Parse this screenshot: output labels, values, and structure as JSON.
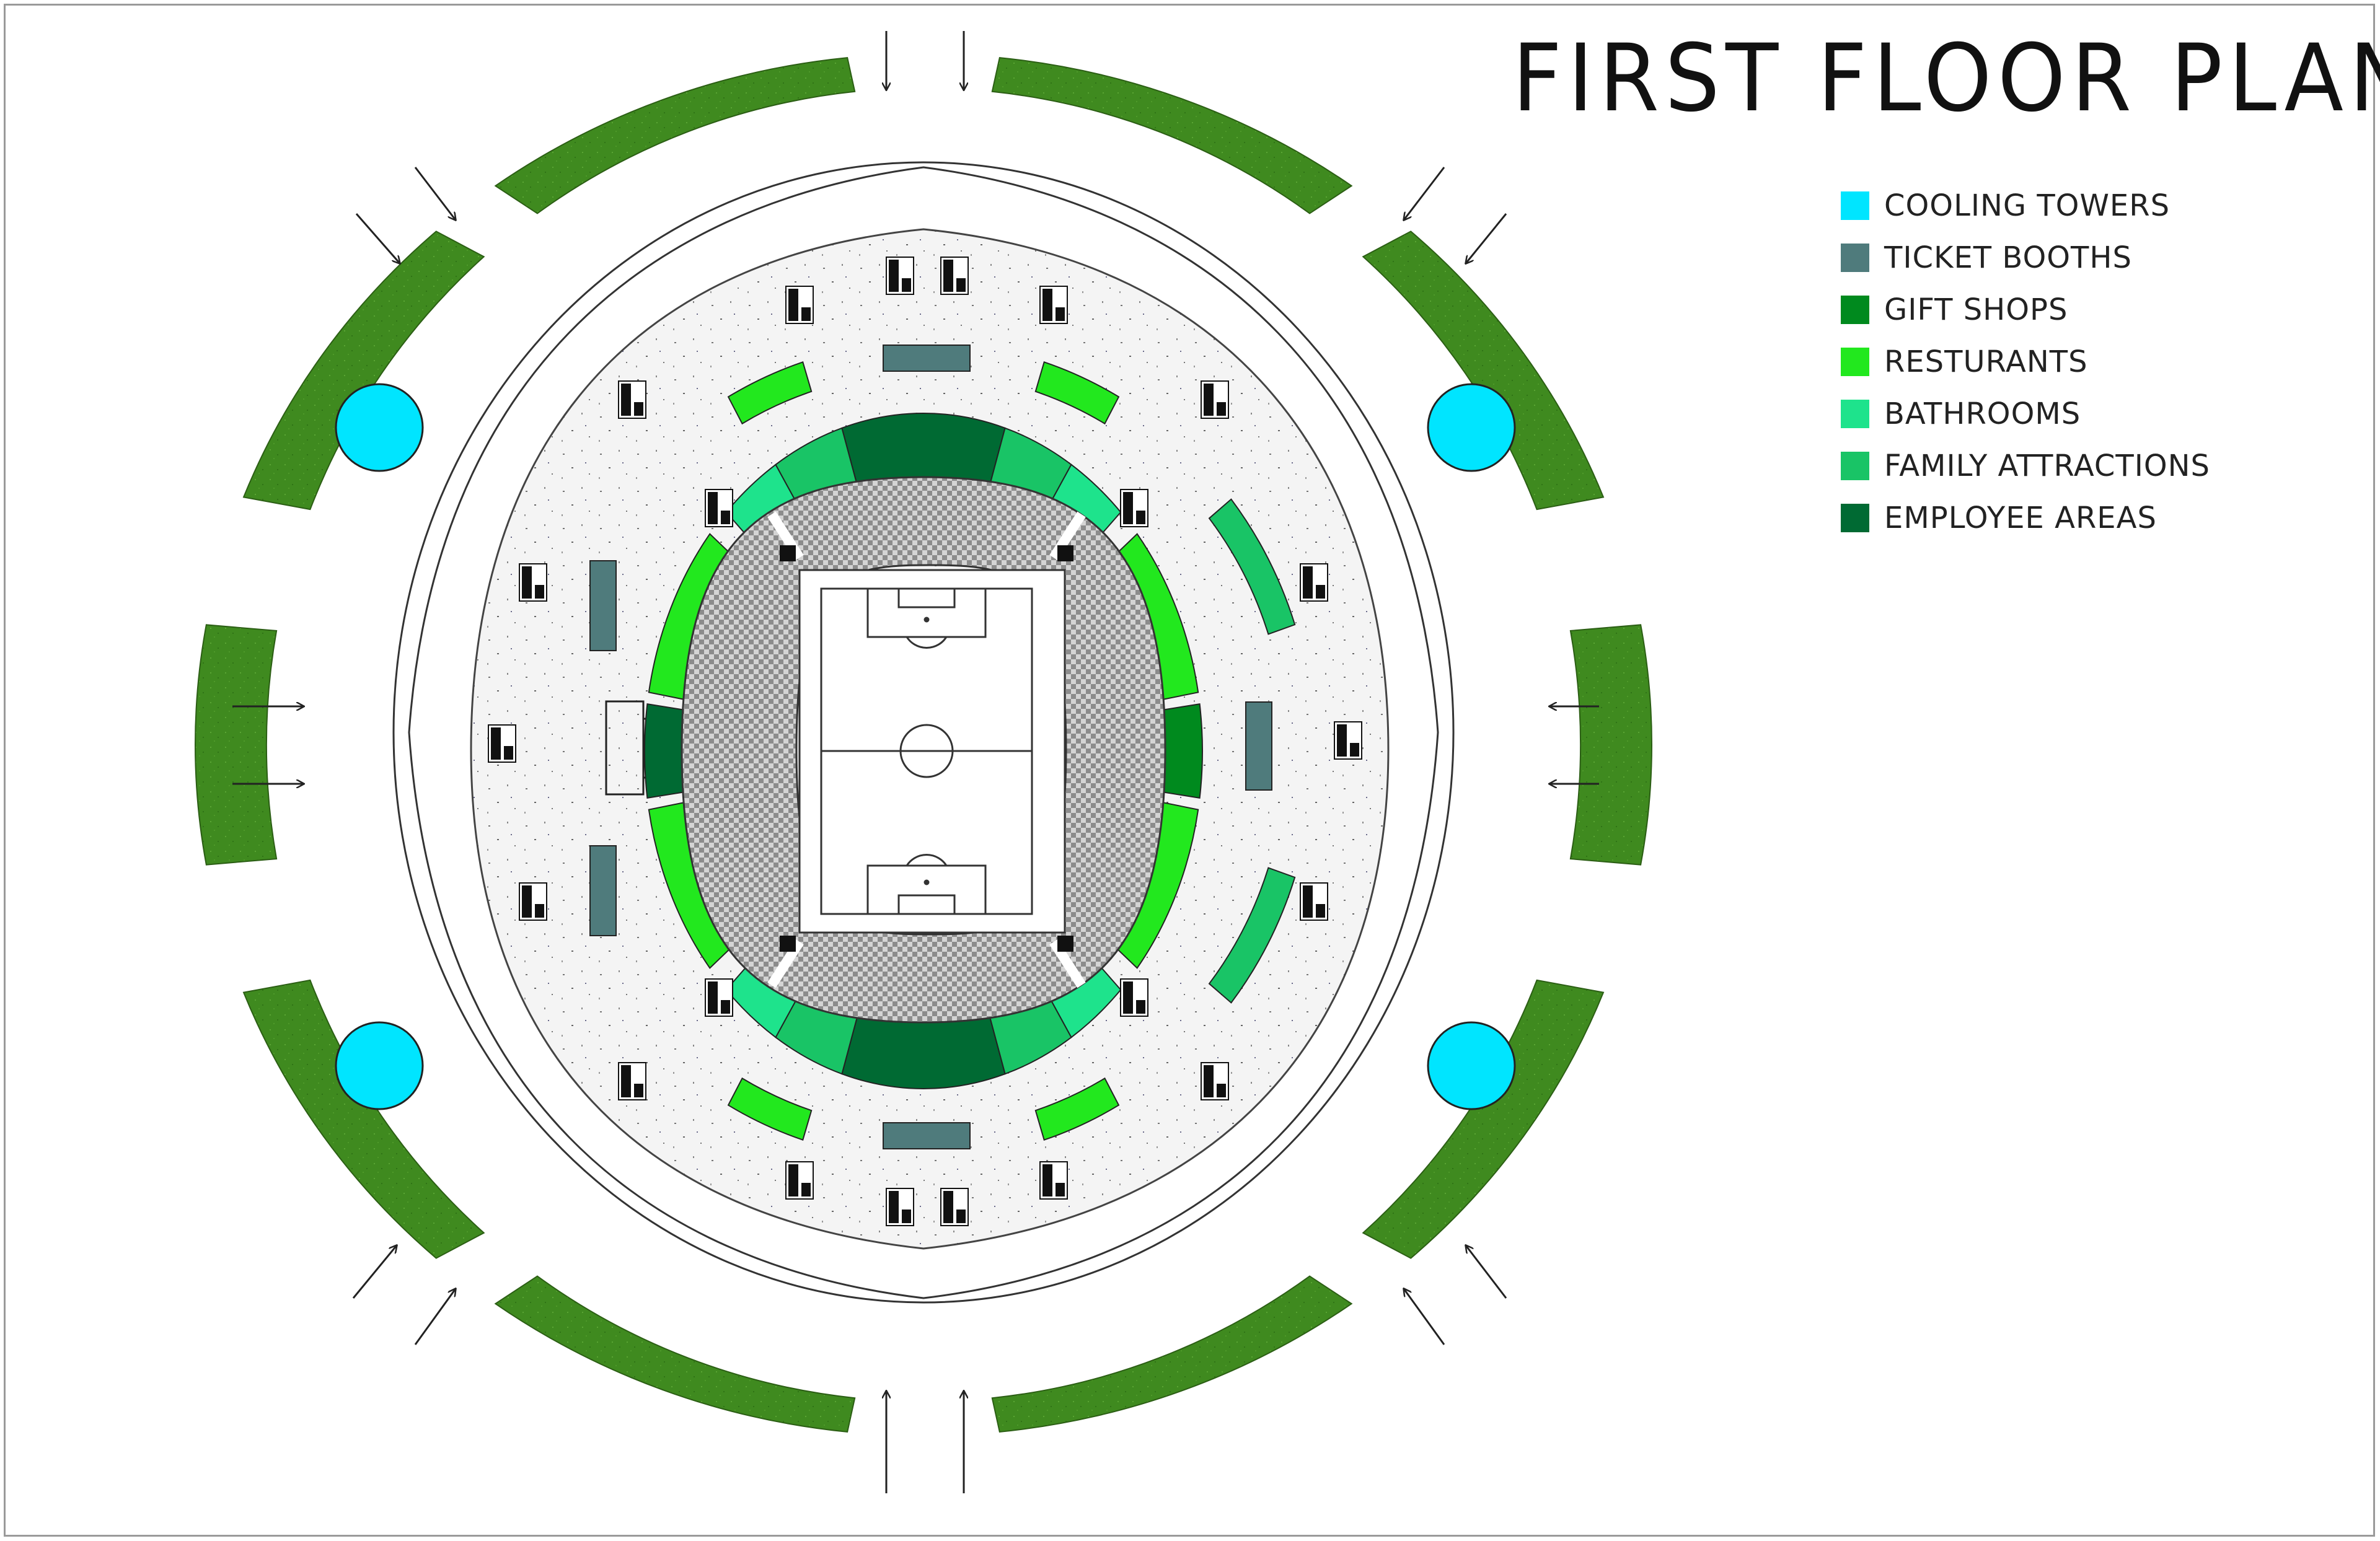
{
  "title": "FIRST FLOOR PLAN",
  "legend": [
    {
      "label": "COOLING TOWERS",
      "color": "#00e5ff"
    },
    {
      "label": "TICKET BOOTHS",
      "color": "#4f7b7c"
    },
    {
      "label": "GIFT SHOPS",
      "color": "#008a1e"
    },
    {
      "label": "RESTURANTS",
      "color": "#22e81e"
    },
    {
      "label": "BATHROOMS",
      "color": "#1ee38c"
    },
    {
      "label": "FAMILY ATTRACTIONS",
      "color": "#19c466"
    },
    {
      "label": "EMPLOYEE AREAS",
      "color": "#006a33"
    }
  ],
  "colors": {
    "grass": "#3f8a1f",
    "field_lines": "#333333",
    "concourse": "#f1f1f1",
    "seating": "#c9c9c9"
  },
  "icons": [
    "entry-arrow-icon",
    "restroom-stall-icon",
    "center-circle-icon"
  ]
}
